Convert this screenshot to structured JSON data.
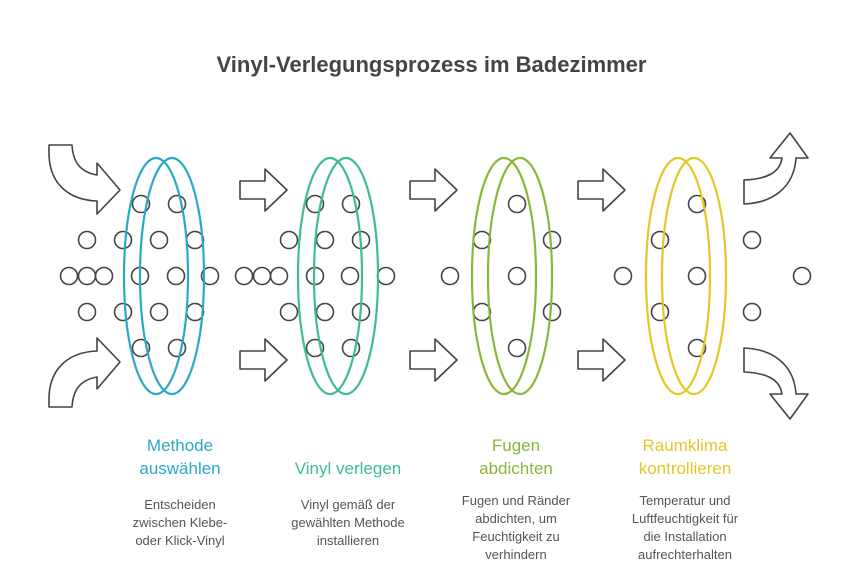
{
  "title": "Vinyl-Verlegungsprozess im Badezimmer",
  "steps": [
    {
      "title_line1": "Methode",
      "title_line2": "auswählen",
      "desc_lines": [
        "Entscheiden",
        "zwischen Klebe-",
        "oder Klick-Vinyl"
      ],
      "color": "#2AA9C9"
    },
    {
      "title_line1": "Vinyl verlegen",
      "title_line2": "",
      "desc_lines": [
        "Vinyl gemäß der",
        "gewählten Methode",
        "installieren"
      ],
      "color": "#3DBE8C"
    },
    {
      "title_line1": "Fugen",
      "title_line2": "abdichten",
      "desc_lines": [
        "Fugen und Ränder",
        "abdichten, um",
        "Feuchtigkeit zu",
        "verhindern"
      ],
      "color": "#8BB63A"
    },
    {
      "title_line1": "Raumklima",
      "title_line2": "kontrollieren",
      "desc_lines": [
        "Temperatur und",
        "Luftfeuchtigkeit für",
        "die Installation",
        "aufrechterhalten"
      ],
      "color": "#E2C92A"
    }
  ],
  "stroke_color": "#444444"
}
